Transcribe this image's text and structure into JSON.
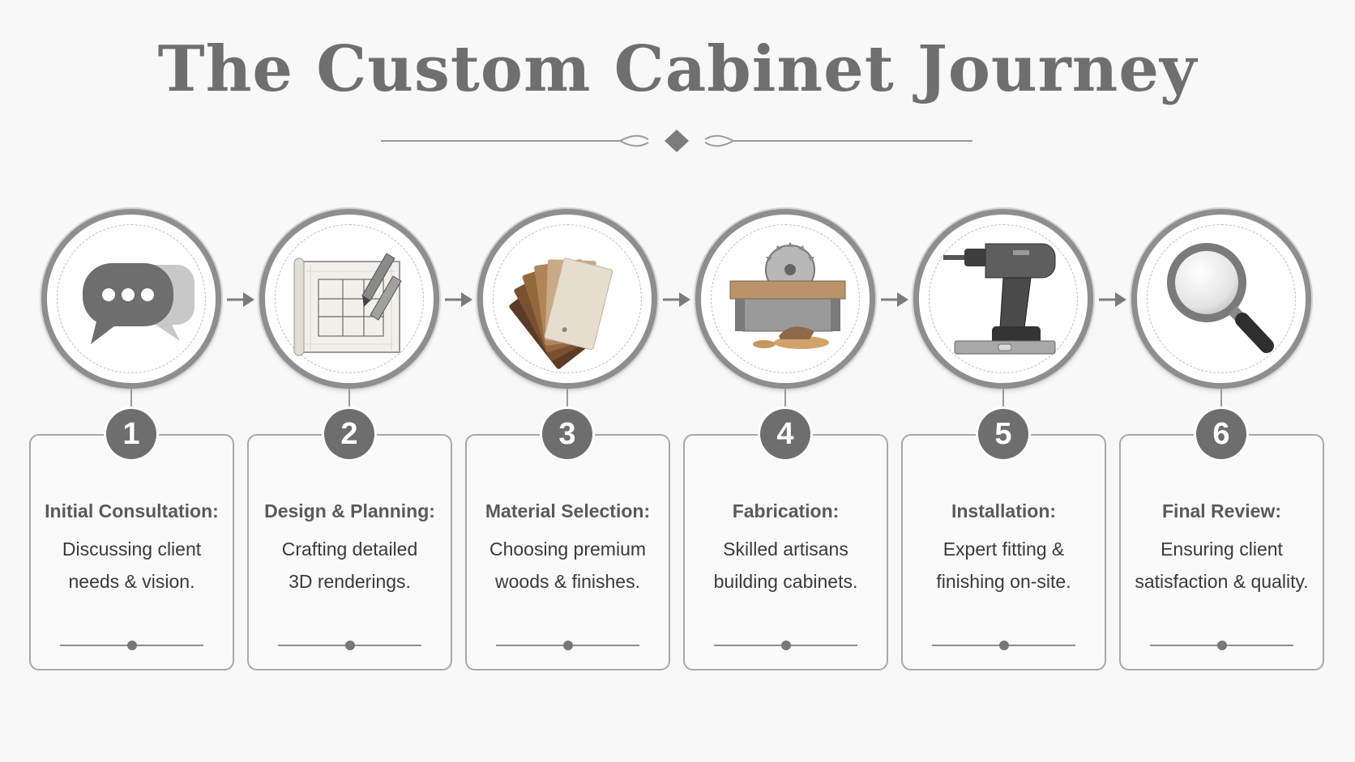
{
  "title": "The Custom Cabinet Journey",
  "steps": [
    {
      "number": "1",
      "title": "Initial Consultation:",
      "line1": "Discussing client",
      "line2": "needs & vision.",
      "icon": "speech-bubbles-icon"
    },
    {
      "number": "2",
      "title": "Design & Planning:",
      "line1": "Crafting detailed",
      "line2": "3D renderings.",
      "icon": "blueprint-icon"
    },
    {
      "number": "3",
      "title": "Material Selection:",
      "line1": "Choosing premium",
      "line2": "woods & finishes.",
      "icon": "wood-swatches-icon"
    },
    {
      "number": "4",
      "title": "Fabrication:",
      "line1": "Skilled artisans",
      "line2": "building cabinets.",
      "icon": "table-saw-icon"
    },
    {
      "number": "5",
      "title": "Installation:",
      "line1": "Expert fitting &",
      "line2": "finishing on-site.",
      "icon": "power-drill-icon"
    },
    {
      "number": "6",
      "title": "Final Review:",
      "line1": "Ensuring client",
      "line2": "satisfaction & quality.",
      "icon": "magnifying-glass-icon"
    }
  ],
  "colors": {
    "accent": "#6e6e6e",
    "border": "#8e8e8e",
    "background": "#f8f8f8"
  }
}
